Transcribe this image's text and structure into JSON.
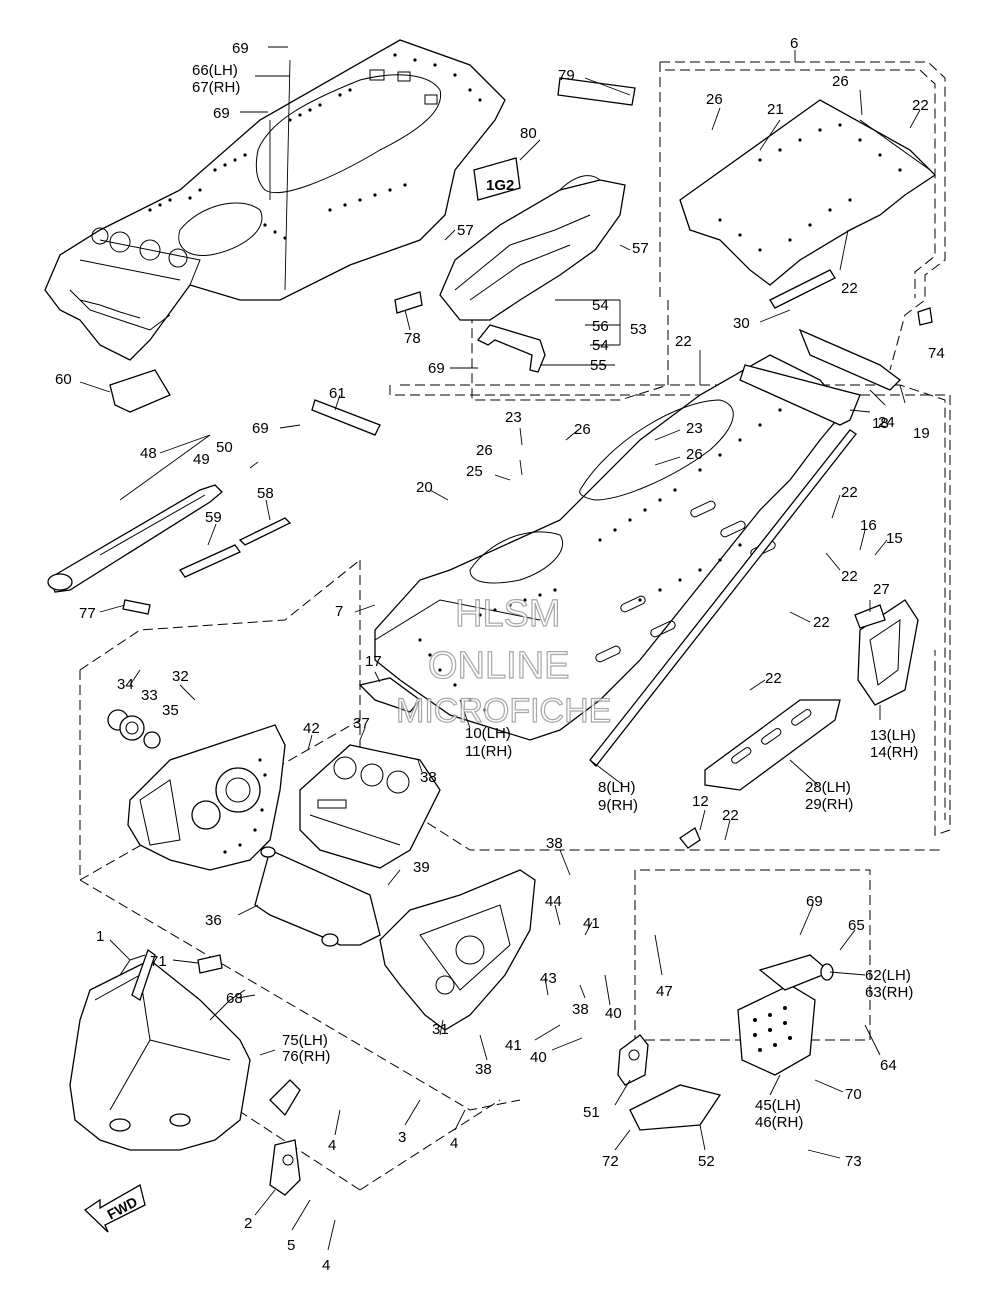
{
  "watermark": {
    "line1": "HLSM",
    "line2": "ONLINE",
    "line3": "MICROFICHE"
  },
  "badge_80": "1G2",
  "fwd_label": "FWD",
  "callouts": {
    "c69a": "69",
    "c66": "66(LH)",
    "c67": "67(RH)",
    "c69b": "69",
    "c79": "79",
    "c6": "6",
    "c26a": "26",
    "c26b": "26",
    "c22a": "22",
    "c21": "21",
    "c80": "80",
    "c57a": "57",
    "c57b": "57",
    "c78": "78",
    "c54a": "54",
    "c56": "56",
    "c53": "53",
    "c54b": "54",
    "c55": "55",
    "c69c": "69",
    "c30": "30",
    "c22b": "22",
    "c74": "74",
    "c22c": "22",
    "c24": "24",
    "c19": "19",
    "c18": "18",
    "c60": "60",
    "c61": "61",
    "c69d": "69",
    "c23a": "23",
    "c26c": "26",
    "c23b": "23",
    "c26d": "26",
    "c26e": "26",
    "c25": "25",
    "c50": "50",
    "c48": "48",
    "c49": "49",
    "c20": "20",
    "c58": "58",
    "c59": "59",
    "c22d": "22",
    "c16": "16",
    "c15": "15",
    "c22e": "22",
    "c27": "27",
    "c77": "77",
    "c7": "7",
    "c22f": "22",
    "c22g": "22",
    "c32": "32",
    "c34": "34",
    "c33": "33",
    "c35": "35",
    "c17": "17",
    "c10": "10(LH)",
    "c11": "11(RH)",
    "c13": "13(LH)",
    "c14": "14(RH)",
    "c42": "42",
    "c37": "37",
    "c38a": "38",
    "c8": "8(LH)",
    "c9": "9(RH)",
    "c28": "28(LH)",
    "c29": "29(RH)",
    "c12": "12",
    "c22h": "22",
    "c39": "39",
    "c38b": "38",
    "c36": "36",
    "c44": "44",
    "c41a": "41",
    "c1": "1",
    "c71": "71",
    "c69e": "69",
    "c65": "65",
    "c68": "68",
    "c43": "43",
    "c38c": "38",
    "c40a": "40",
    "c47": "47",
    "c62": "62(LH)",
    "c63": "63(RH)",
    "c75": "75(LH)",
    "c76": "76(RH)",
    "c41b": "41",
    "c40b": "40",
    "c31": "31",
    "c38d": "38",
    "c64": "64",
    "c70": "70",
    "c45": "45(LH)",
    "c46": "46(RH)",
    "c3": "3",
    "c4a": "4",
    "c4b": "4",
    "c51": "51",
    "c52": "52",
    "c72": "72",
    "c73": "73",
    "c2": "2",
    "c5": "5",
    "c4c": "4"
  }
}
